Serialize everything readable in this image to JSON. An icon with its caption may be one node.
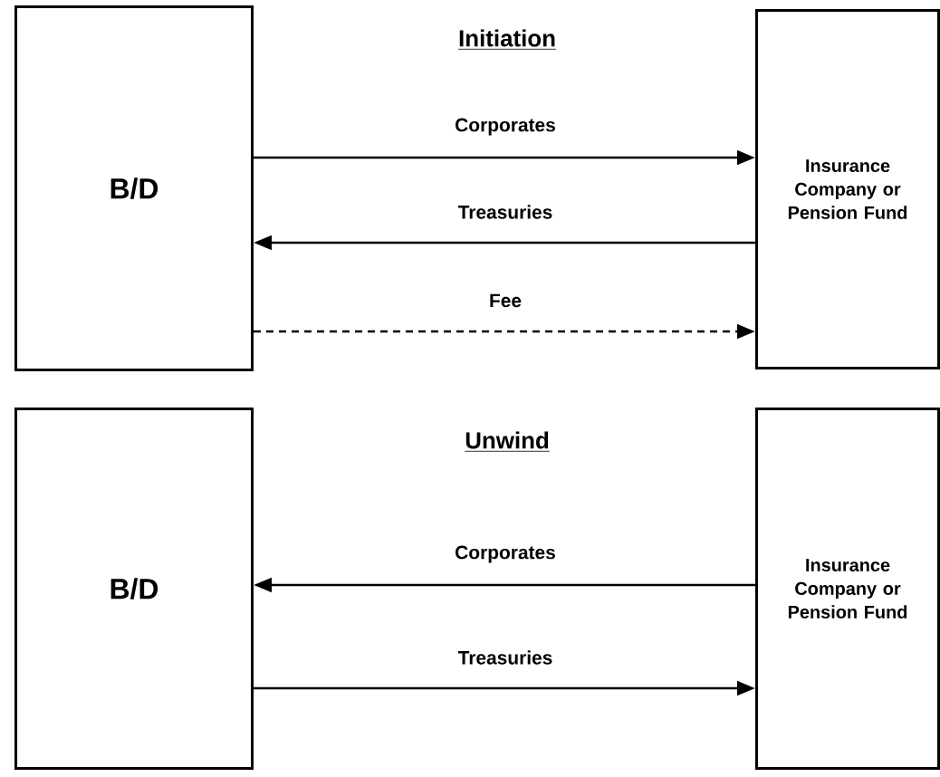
{
  "diagram": {
    "nodes": [
      {
        "text": [
          "B/D"
        ]
      },
      {
        "text": [
          "Insurance Company or Pension Fund"
        ]
      },
      {
        "text": [
          "B/D"
        ]
      },
      {
        "text": [
          "Insurance Company or Pension Fund"
        ]
      }
    ],
    "edges": [
      {
        "from": 0,
        "to": 1,
        "arrow": "to",
        "label": "Corporates"
      },
      {
        "from": 1,
        "to": 0,
        "arrow": "to",
        "label": "Treasuries"
      },
      {
        "from": 0,
        "to": 1,
        "arrow": "to",
        "label": "Fee",
        "style": "dashed"
      },
      {
        "from": 3,
        "to": 2,
        "arrow": "to",
        "label": "Corporates"
      },
      {
        "from": 2,
        "to": 3,
        "arrow": "to",
        "label": "Treasuries"
      }
    ],
    "labels": [
      "Initiation",
      "Unwind"
    ]
  }
}
